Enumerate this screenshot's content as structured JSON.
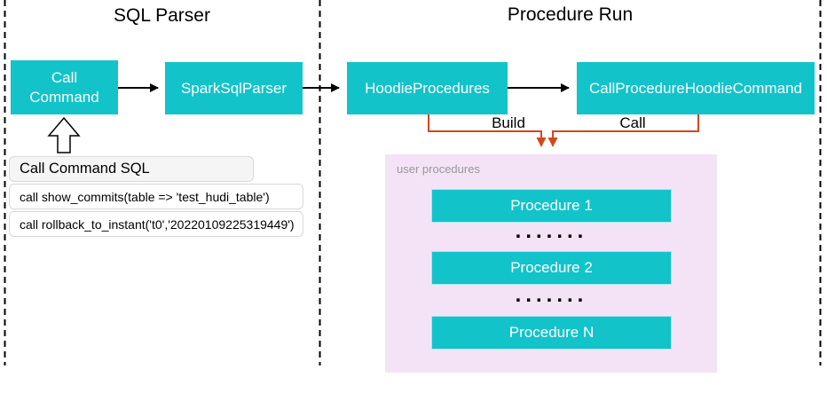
{
  "sections": {
    "sql_parser": {
      "title": "SQL Parser"
    },
    "procedure_run": {
      "title": "Procedure Run"
    }
  },
  "nodes": {
    "call_command": {
      "label": "Call Command"
    },
    "spark_sql_parser": {
      "label": "SparkSqlParser"
    },
    "hoodie_procedures": {
      "label": "HoodieProcedures"
    },
    "call_procedure_hoodie_command": {
      "label": "CallProcedureHoodieCommand"
    }
  },
  "edges": {
    "build": {
      "label": "Build"
    },
    "call": {
      "label": "Call"
    }
  },
  "sql_panel": {
    "title": "Call Command SQL",
    "rows": [
      "call show_commits(table => 'test_hudi_table')",
      "call rollback_to_instant('t0','20220109225319449')"
    ]
  },
  "procedures_panel": {
    "label": "user procedures",
    "items": [
      "Procedure 1",
      "Procedure 2",
      "Procedure N"
    ],
    "ellipsis": "......."
  },
  "colors": {
    "teal": "#12c3ca",
    "orange": "#d3471c",
    "purple_panel": "#f4e3f7",
    "dashed_line": "#000000"
  }
}
